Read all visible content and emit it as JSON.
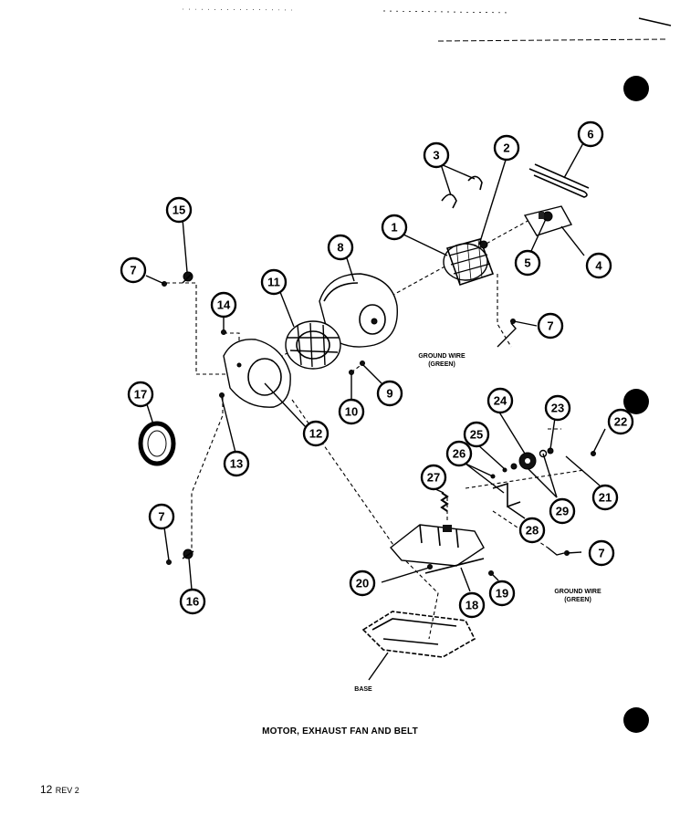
{
  "diagram": {
    "title": "MOTOR, EXHAUST FAN AND BELT",
    "page_number": "12",
    "revision": "REV 2",
    "labels": {
      "ground_wire_upper": [
        "GROUND WIRE",
        "(GREEN)"
      ],
      "ground_wire_lower": [
        "GROUND WIRE",
        "(GREEN)"
      ],
      "base": "BASE"
    },
    "callouts": [
      "1",
      "2",
      "3",
      "4",
      "5",
      "6",
      "7",
      "7",
      "7",
      "7",
      "8",
      "9",
      "10",
      "11",
      "12",
      "13",
      "14",
      "15",
      "16",
      "17",
      "18",
      "19",
      "20",
      "21",
      "22",
      "23",
      "24",
      "25",
      "26",
      "27",
      "28",
      "29"
    ]
  }
}
